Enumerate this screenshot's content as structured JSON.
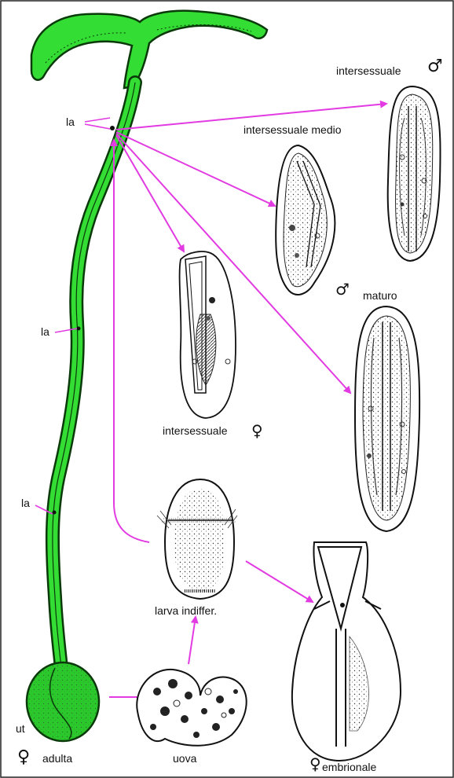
{
  "labels": {
    "la_top": "la",
    "la_mid": "la",
    "la_low": "la",
    "ut": "ut",
    "adulta": "adulta",
    "uova": "uova",
    "larva": "larva indiffer.",
    "embrionale": "embrionale",
    "intersex_female": "intersessuale",
    "intersex_medio": "intersessuale medio",
    "intersex_male": "intersessuale",
    "maturo": "maturo"
  },
  "symbols": {
    "female": "♀",
    "male": "♂"
  },
  "colors": {
    "worm_green": "#33dd33",
    "worm_outline": "#0a3a0a",
    "arrow_magenta": "#e23be2",
    "ink": "#111111"
  }
}
